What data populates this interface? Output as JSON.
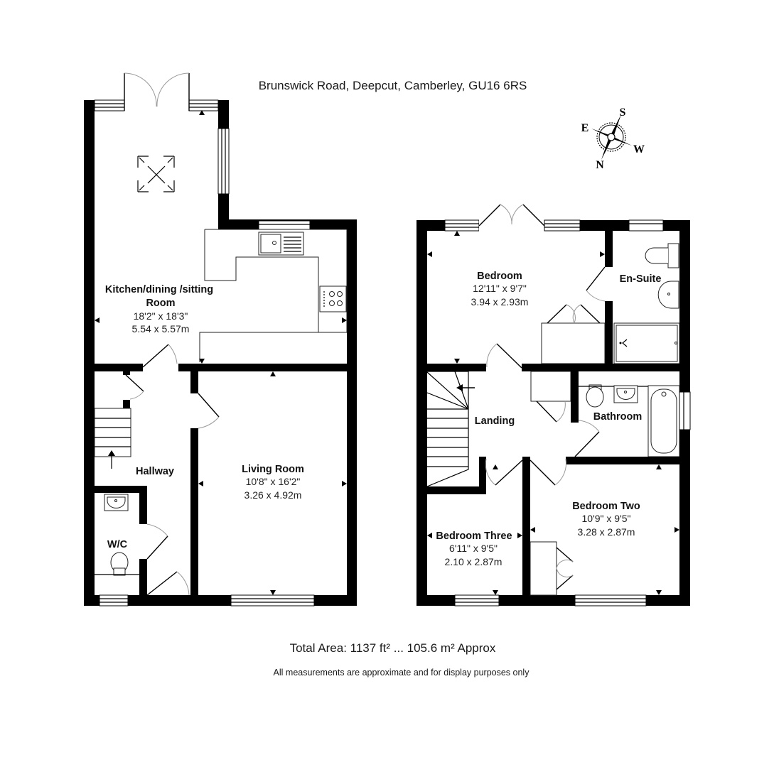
{
  "header": {
    "address": "Brunswick Road, Deepcut, Camberley, GU16 6RS"
  },
  "compass": {
    "north": "N",
    "south": "S",
    "east": "E",
    "west": "W"
  },
  "ground_floor": {
    "kitchen": {
      "name_line1": "Kitchen/dining /sitting",
      "name_line2": "Room",
      "dim_imperial": "18'2\" x 18'3\"",
      "dim_metric": "5.54 x 5.57m"
    },
    "hallway": {
      "name": "Hallway"
    },
    "wc": {
      "name": "W/C"
    },
    "living_room": {
      "name": "Living Room",
      "dim_imperial": "10'8\" x 16'2\"",
      "dim_metric": "3.26 x 4.92m"
    }
  },
  "first_floor": {
    "bedroom": {
      "name": "Bedroom",
      "dim_imperial": "12'11\" x 9'7\"",
      "dim_metric": "3.94 x 2.93m"
    },
    "en_suite": {
      "name": "En-Suite"
    },
    "landing": {
      "name": "Landing"
    },
    "bathroom": {
      "name": "Bathroom"
    },
    "bedroom_two": {
      "name": "Bedroom Two",
      "dim_imperial": "10'9\" x 9'5\"",
      "dim_metric": "3.28 x 2.87m"
    },
    "bedroom_three": {
      "name": "Bedroom Three",
      "dim_imperial": "6'11\" x 9'5\"",
      "dim_metric": "2.10 x 2.87m"
    }
  },
  "footer": {
    "total_area": "Total Area: 1137 ft² ... 105.6 m² Approx",
    "disclaimer": "All measurements are approximate and for display purposes only"
  }
}
